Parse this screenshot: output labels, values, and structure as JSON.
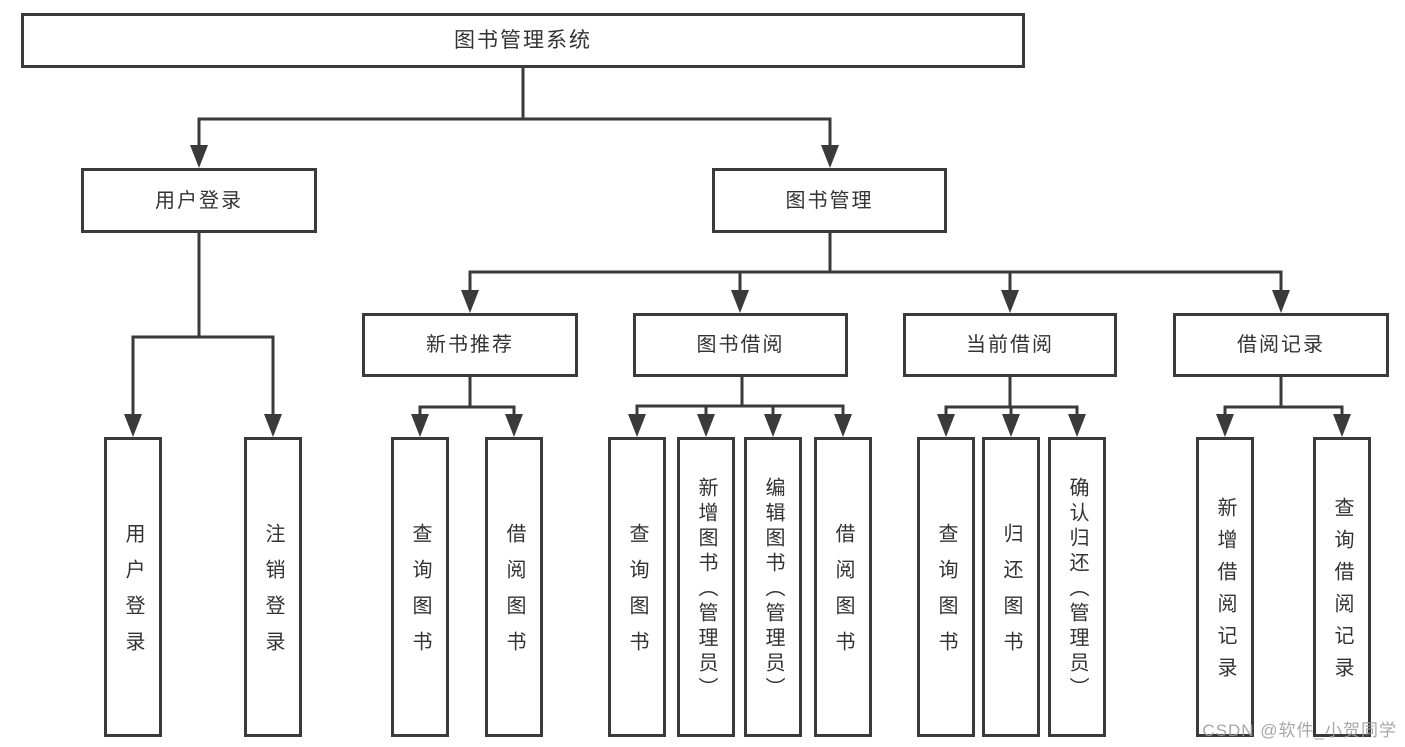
{
  "tree": {
    "root": {
      "label": "图书管理系统",
      "children": [
        {
          "label": "用户登录",
          "children": [
            {
              "label": "用户登录"
            },
            {
              "label": "注销登录"
            }
          ]
        },
        {
          "label": "图书管理",
          "children": [
            {
              "label": "新书推荐",
              "children": [
                {
                  "label": "查询图书"
                },
                {
                  "label": "借阅图书"
                }
              ]
            },
            {
              "label": "图书借阅",
              "children": [
                {
                  "label": "查询图书"
                },
                {
                  "label": "新增图书（管理员）"
                },
                {
                  "label": "编辑图书（管理员）"
                },
                {
                  "label": "借阅图书"
                }
              ]
            },
            {
              "label": "当前借阅",
              "children": [
                {
                  "label": "查询图书"
                },
                {
                  "label": "归还图书"
                },
                {
                  "label": "确认归还（管理员）"
                }
              ]
            },
            {
              "label": "借阅记录",
              "children": [
                {
                  "label": "新增借阅记录"
                },
                {
                  "label": "查询借阅记录"
                }
              ]
            }
          ]
        }
      ]
    }
  },
  "watermark": {
    "text": "CSDN @软件_小贺同学"
  },
  "colors": {
    "background": "#ffffff",
    "box_fill": "#ffffff",
    "box_border": "#3a3a3a",
    "line": "#3a3a3a",
    "text": "#333333",
    "watermark": "#9e9e9e"
  }
}
